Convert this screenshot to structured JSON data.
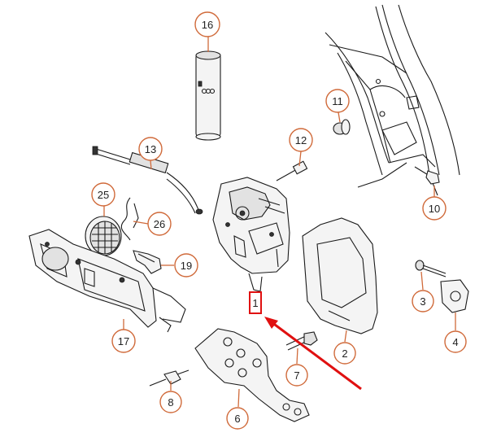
{
  "diagram": {
    "callouts": [
      {
        "id": "16",
        "label": "16"
      },
      {
        "id": "11",
        "label": "11"
      },
      {
        "id": "12",
        "label": "12"
      },
      {
        "id": "13",
        "label": "13"
      },
      {
        "id": "25",
        "label": "25"
      },
      {
        "id": "26",
        "label": "26"
      },
      {
        "id": "10",
        "label": "10"
      },
      {
        "id": "19",
        "label": "19"
      },
      {
        "id": "3",
        "label": "3"
      },
      {
        "id": "17",
        "label": "17"
      },
      {
        "id": "1",
        "label": "1"
      },
      {
        "id": "2",
        "label": "2"
      },
      {
        "id": "4",
        "label": "4"
      },
      {
        "id": "7",
        "label": "7"
      },
      {
        "id": "8",
        "label": "8"
      },
      {
        "id": "6",
        "label": "6"
      }
    ],
    "colors": {
      "callout_ring": "#d06a3a",
      "highlight_box": "#e01010",
      "arrow": "#e01010",
      "line_art": "#1a1a1a"
    }
  }
}
